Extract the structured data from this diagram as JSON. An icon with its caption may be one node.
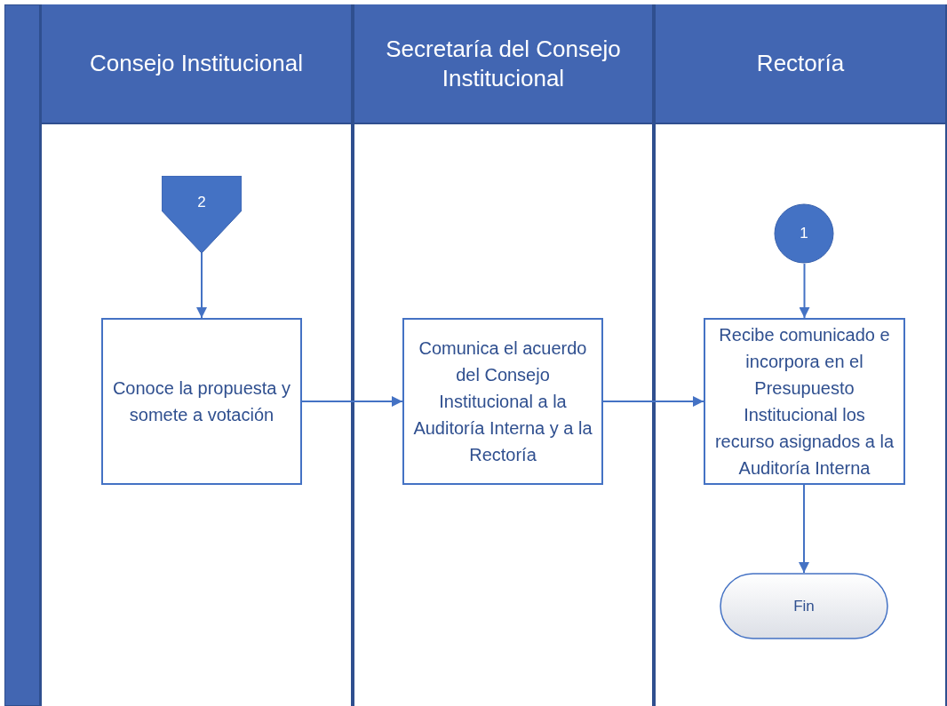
{
  "diagram": {
    "nodes": [
      {
        "text": [
          "Consejo Institucional"
        ]
      },
      {
        "text": [
          "Secretaría del Consejo Institucional"
        ]
      },
      {
        "text": [
          "Rectoría"
        ]
      },
      {
        "text": [
          "2"
        ],
        "in": 0
      },
      {
        "text": [
          "Conoce la propuesta y somete a votación"
        ],
        "in": 0
      },
      {
        "text": [
          "Comunica el acuerdo del Consejo Institucional a la Auditoría Interna y a la Rectoría"
        ],
        "in": 1
      },
      {
        "text": [
          "1"
        ],
        "in": 2
      },
      {
        "text": [
          "Recibe comunicado e incorpora en el Presupuesto Institucional los recurso asignados a la Auditoría Interna"
        ],
        "in": 2
      },
      {
        "text": [
          "Fin"
        ],
        "in": 2
      }
    ],
    "edges": [
      {
        "from": 3,
        "to": 4,
        "arrow": "to"
      },
      {
        "from": 4,
        "to": 5,
        "arrow": "to"
      },
      {
        "from": 5,
        "to": 7,
        "arrow": "to"
      },
      {
        "from": 6,
        "to": 7,
        "arrow": "to"
      },
      {
        "from": 7,
        "to": 8,
        "arrow": "to"
      }
    ]
  }
}
